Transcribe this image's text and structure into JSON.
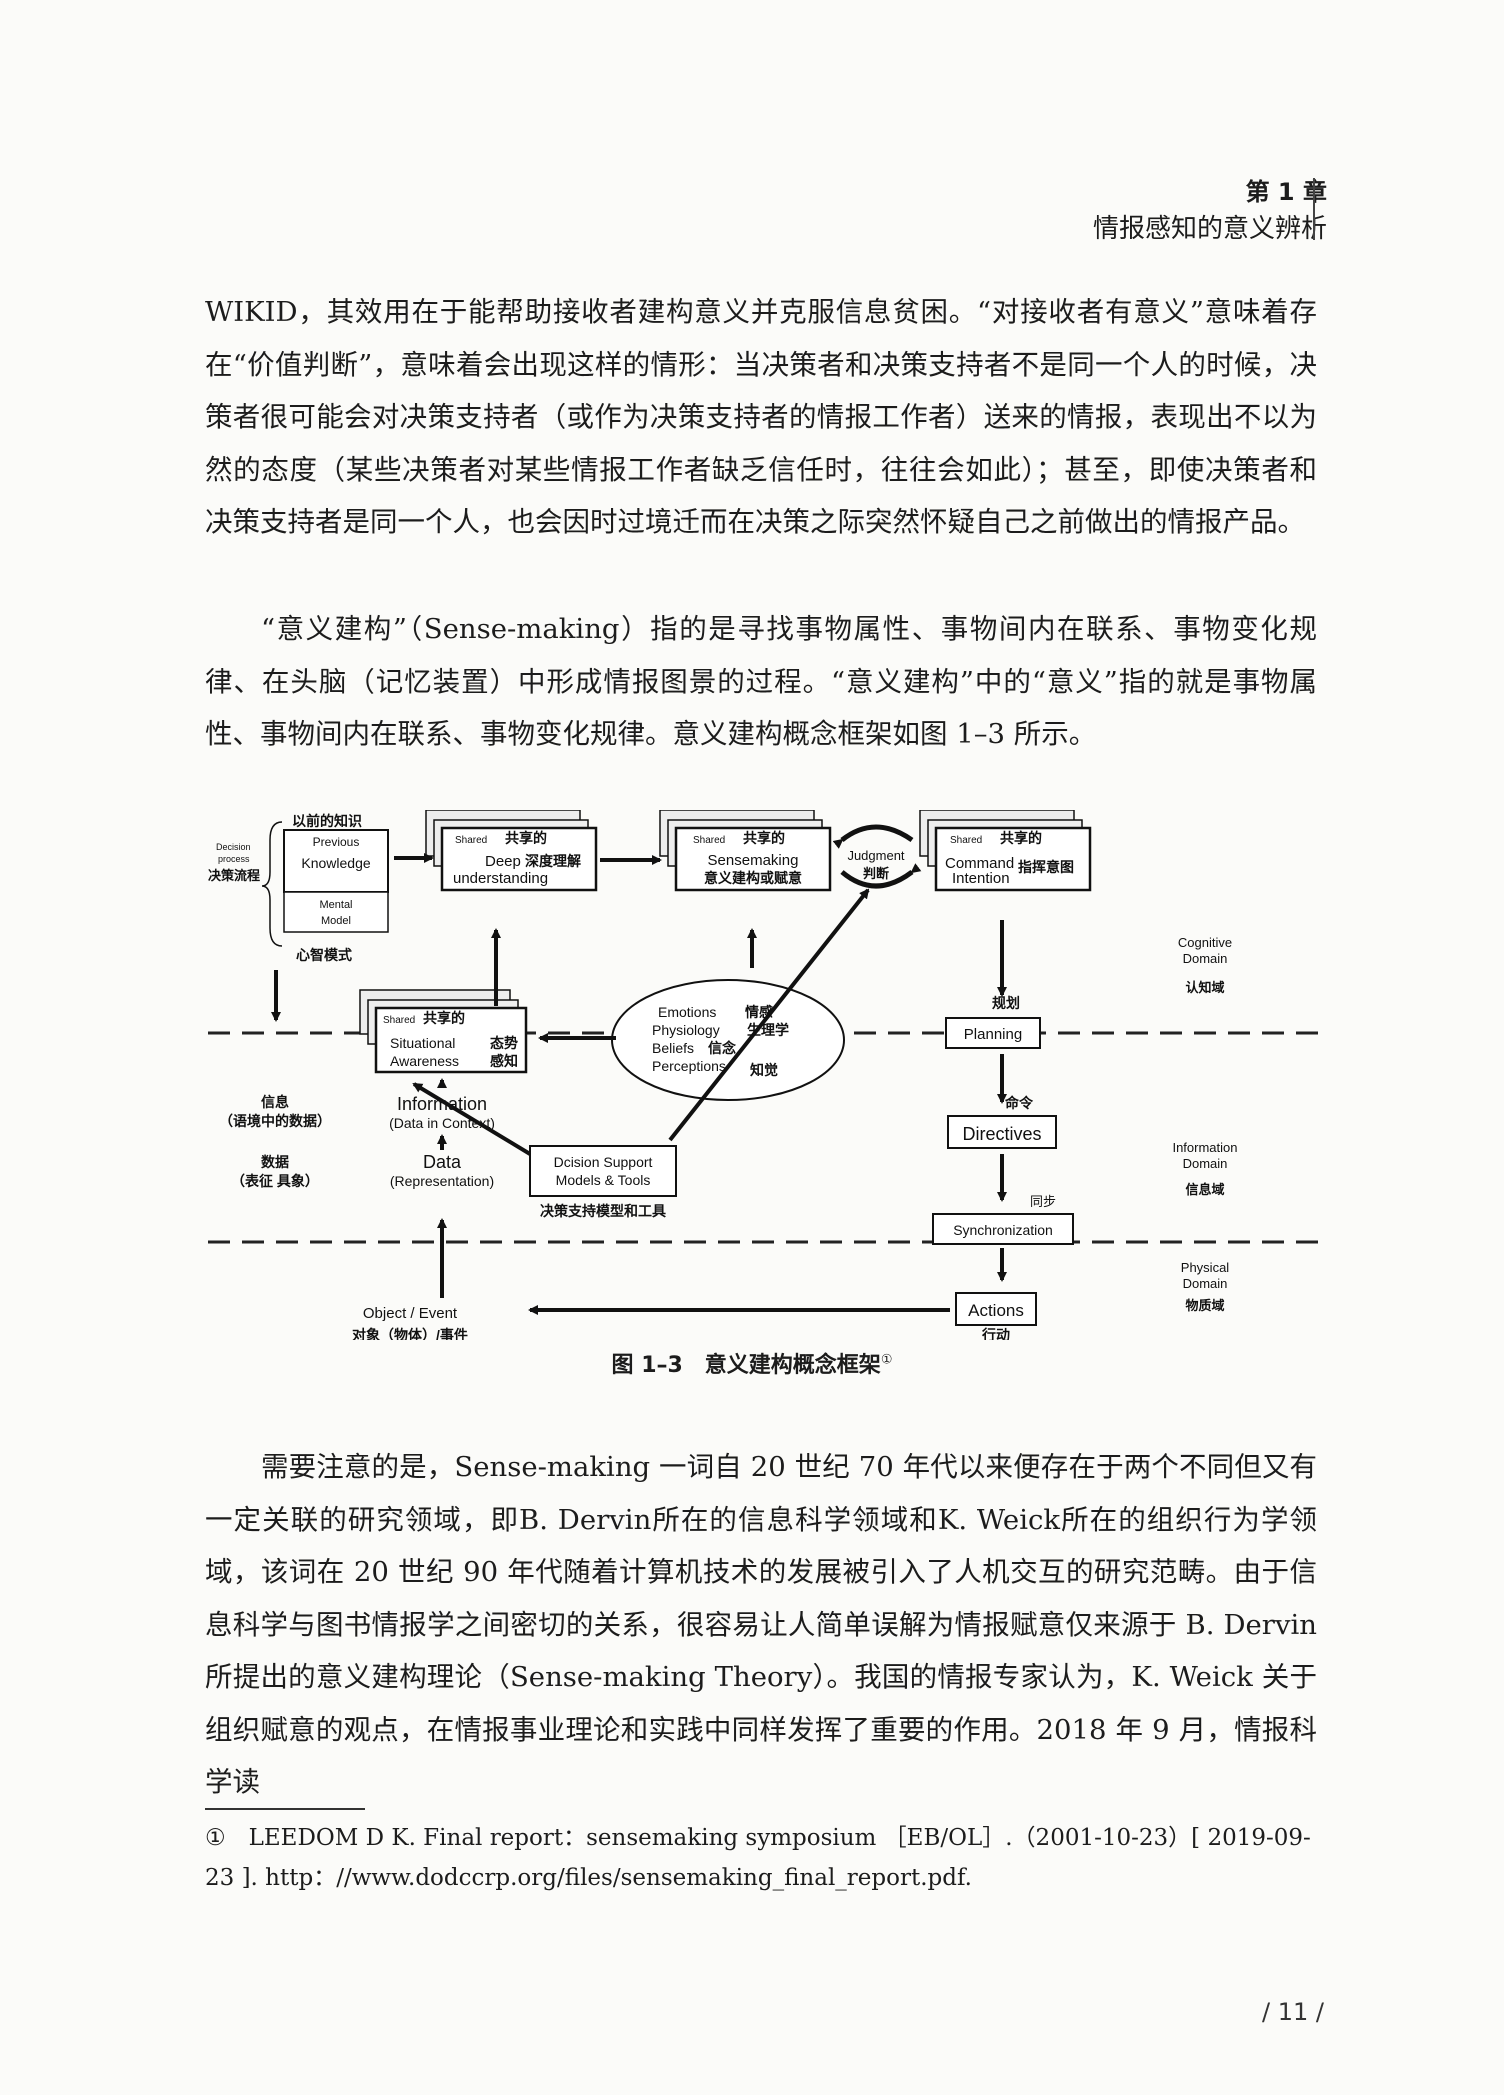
{
  "header": {
    "chapter": "第 1 章",
    "section_title": "情报感知的意义辨析"
  },
  "paragraphs": {
    "p1": "WIKID，其效用在于能帮助接收者建构意义并克服信息贫困。“对接收者有意义”意味着存在“价值判断”，意味着会出现这样的情形：当决策者和决策支持者不是同一个人的时候，决策者很可能会对决策支持者（或作为决策支持者的情报工作者）送来的情报，表现出不以为然的态度（某些决策者对某些情报工作者缺乏信任时，往往会如此）；甚至，即使决策者和决策支持者是同一个人，也会因时过境迁而在决策之际突然怀疑自己之前做出的情报产品。",
    "p2": "“意义建构”（Sense-making）指的是寻找事物属性、事物间内在联系、事物变化规律、在头脑（记忆装置）中形成情报图景的过程。“意义建构”中的“意义”指的就是事物属性、事物间内在联系、事物变化规律。意义建构概念框架如图 1–3 所示。",
    "p3": "需要注意的是，Sense-making 一词自 20 世纪 70 年代以来便存在于两个不同但又有一定关联的研究领域，即B. Dervin所在的信息科学领域和K. Weick所在的组织行为学领域，该词在 20 世纪 90 年代随着计算机技术的发展被引入了人机交互的研究范畴。由于信息科学与图书情报学之间密切的关系，很容易让人简单误解为情报赋意仅来源于 B. Dervin 所提出的意义建构理论（Sense-making Theory）。我国的情报专家认为，K. Weick 关于组织赋意的观点，在情报事业理论和实践中同样发挥了重要的作用。2018 年 9 月，情报科学读"
  },
  "figure": {
    "caption": "图 1–3　意义建构概念框架",
    "caption_note": "①",
    "labels": {
      "prior_knowledge_cn": "以前的知识",
      "previous": "Previous",
      "knowledge": "Knowledge",
      "mental": "Mental",
      "model": "Model",
      "decision": "Decision",
      "process": "process",
      "decision_process_cn": "决策流程",
      "mental_model_cn": "心智模式",
      "shared": "Shared",
      "shared_cn": "共享的",
      "deep": "Deep",
      "deep_cn": "深度理解",
      "understanding": "understanding",
      "sensemaking": "Sensemaking",
      "sensemaking_cn": "意义建构或赋意",
      "judgment": "Judgment",
      "judgment_cn": "判断",
      "command": "Command",
      "intention": "Intention",
      "command_cn": "指挥意图",
      "cognitive": "Cognitive",
      "domain": "Domain",
      "cognitive_cn": "认知域",
      "planning": "Planning",
      "planning_cn": "规划",
      "situational": "Situational",
      "awareness": "Awareness",
      "situational_cn1": "态势",
      "situational_cn2": "感知",
      "emotions": "Emotions",
      "emotions_cn": "情感",
      "physiology": "Physiology",
      "physiology_cn": "生理学",
      "beliefs": "Beliefs",
      "beliefs_cn": "信念",
      "perceptions": "Perceptions",
      "perceptions_cn": "知觉",
      "info_cn": "信息",
      "info_cn2": "（语境中的数据）",
      "information": "Information",
      "data_in_context": "(Data in Context)",
      "data_cn": "数据",
      "data_cn2": "（表征 具象）",
      "data": "Data",
      "representation": "(Representation)",
      "dss1": "Dcision Support",
      "dss2": "Models & Tools",
      "dss_cn": "决策支持模型和工具",
      "directives_cn": "命令",
      "directives": "Directives",
      "information_en": "Information",
      "information_cn": "信息域",
      "sync_cn": "同步",
      "synchronization": "Synchronization",
      "physical": "Physical",
      "physical_cn": "物质域",
      "object_event": "Object / Event",
      "object_event_cn": "对象（物体）/事件",
      "actions": "Actions",
      "actions_cn": "行动"
    }
  },
  "footnote": {
    "text": "①　LEEDOM D K. Final report：sensemaking symposium ［EB/OL］.（2001-10-23）[ 2019-09-23 ]. http：//www.dodccrp.org/files/sensemaking_final_report.pdf."
  },
  "page_number": "/ 11 /"
}
